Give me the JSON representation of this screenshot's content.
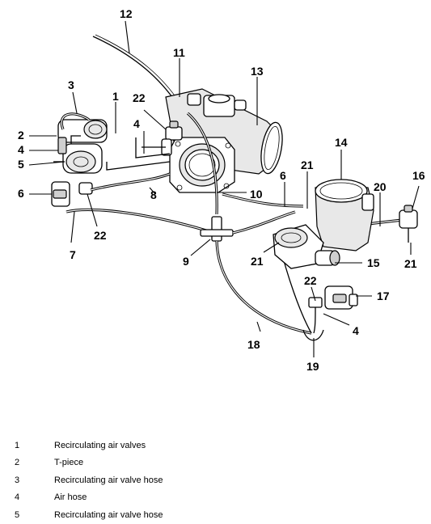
{
  "callouts": [
    "1",
    "2",
    "3",
    "4",
    "5",
    "6",
    "7",
    "8",
    "9",
    "10",
    "11",
    "12",
    "13",
    "14",
    "15",
    "16",
    "17",
    "18",
    "19",
    "20",
    "21",
    "22"
  ],
  "legend": [
    {
      "number": "1",
      "description": "Recirculating air valves"
    },
    {
      "number": "2",
      "description": "T-piece"
    },
    {
      "number": "3",
      "description": "Recirculating air valve hose"
    },
    {
      "number": "4",
      "description": "Air hose"
    },
    {
      "number": "5",
      "description": "Recirculating air valve hose"
    }
  ]
}
